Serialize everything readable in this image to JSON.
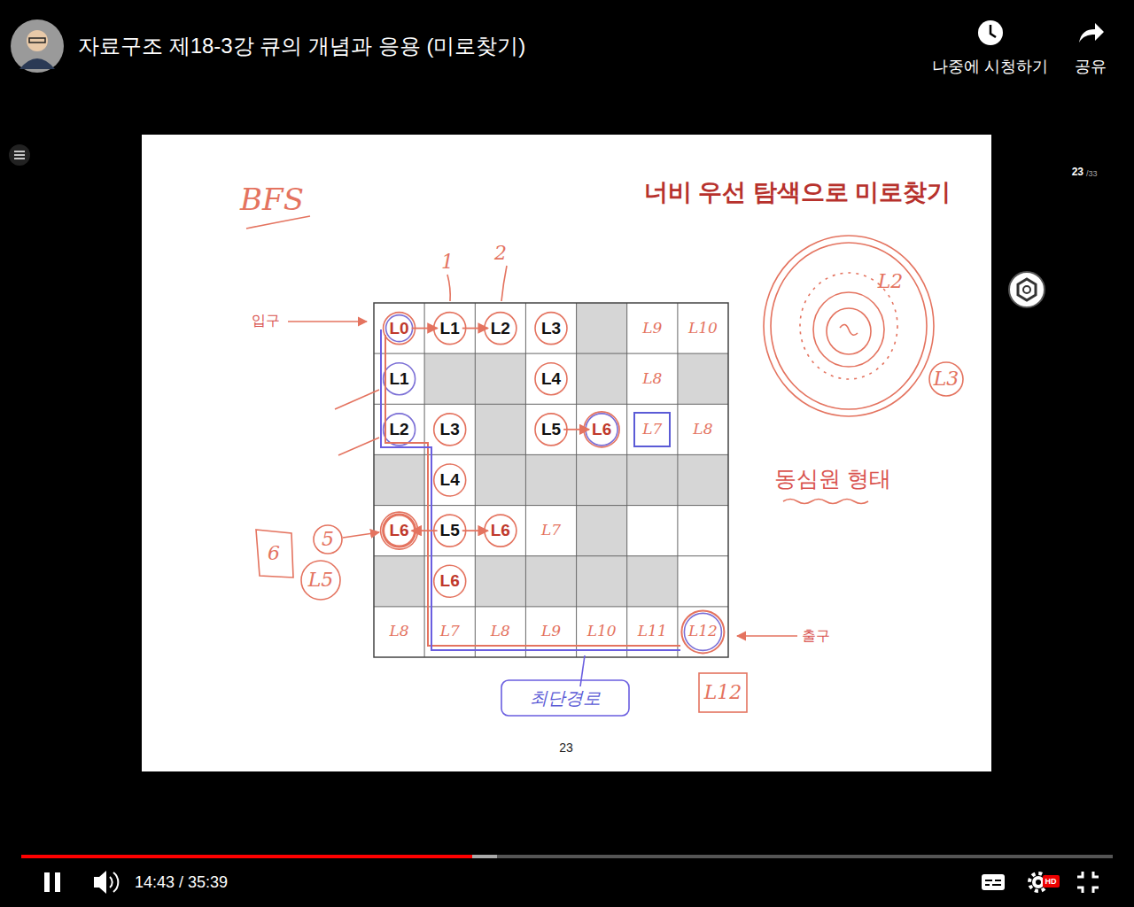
{
  "diagram": {
    "title": "너비 우선 탐색으로 미로찾기",
    "nodes": [
      {
        "text": [
          "L0"
        ]
      },
      {
        "text": [
          "L1"
        ]
      },
      {
        "text": [
          "L2"
        ]
      },
      {
        "text": [
          "L3"
        ]
      },
      {
        "text": [
          "L9"
        ]
      },
      {
        "text": [
          "L10"
        ]
      },
      {
        "text": [
          "L1"
        ]
      },
      {
        "text": [
          "L4"
        ]
      },
      {
        "text": [
          "L8"
        ]
      },
      {
        "text": [
          "L2"
        ]
      },
      {
        "text": [
          "L3"
        ]
      },
      {
        "text": [
          "L5"
        ]
      },
      {
        "text": [
          "L6"
        ]
      },
      {
        "text": [
          "L7"
        ]
      },
      {
        "text": [
          "L8"
        ]
      },
      {
        "text": [
          "L4"
        ]
      },
      {
        "text": [
          "L6"
        ]
      },
      {
        "text": [
          "L5"
        ]
      },
      {
        "text": [
          "L6"
        ]
      },
      {
        "text": [
          "L7"
        ]
      },
      {
        "text": [
          "L6"
        ]
      },
      {
        "text": [
          "L8"
        ]
      },
      {
        "text": [
          "L7"
        ]
      },
      {
        "text": [
          "L8"
        ]
      },
      {
        "text": [
          "L9"
        ]
      },
      {
        "text": [
          "L10"
        ]
      },
      {
        "text": [
          "L11"
        ]
      },
      {
        "text": [
          "L12"
        ]
      }
    ],
    "edges": [
      {
        "from": 0,
        "to": 1,
        "arrow": "to"
      },
      {
        "from": 1,
        "to": 2,
        "arrow": "to"
      },
      {
        "from": 11,
        "to": 12,
        "arrow": "to"
      },
      {
        "from": 17,
        "to": 16,
        "arrow": "to"
      },
      {
        "from": 17,
        "to": 18,
        "arrow": "to"
      }
    ],
    "labels": [
      "자료구조 제18-3강 큐의 개념과 응용 (미로찾기)",
      "나중에 시청하기",
      "공유",
      "23",
      "/33",
      "BFS",
      "1",
      "2",
      "입구",
      "출구",
      "6",
      "5",
      "L5",
      "L12",
      "L2",
      "L3",
      "동심원 형태",
      "최단경로",
      "23",
      "14:43 / 35:39",
      "HD"
    ]
  }
}
